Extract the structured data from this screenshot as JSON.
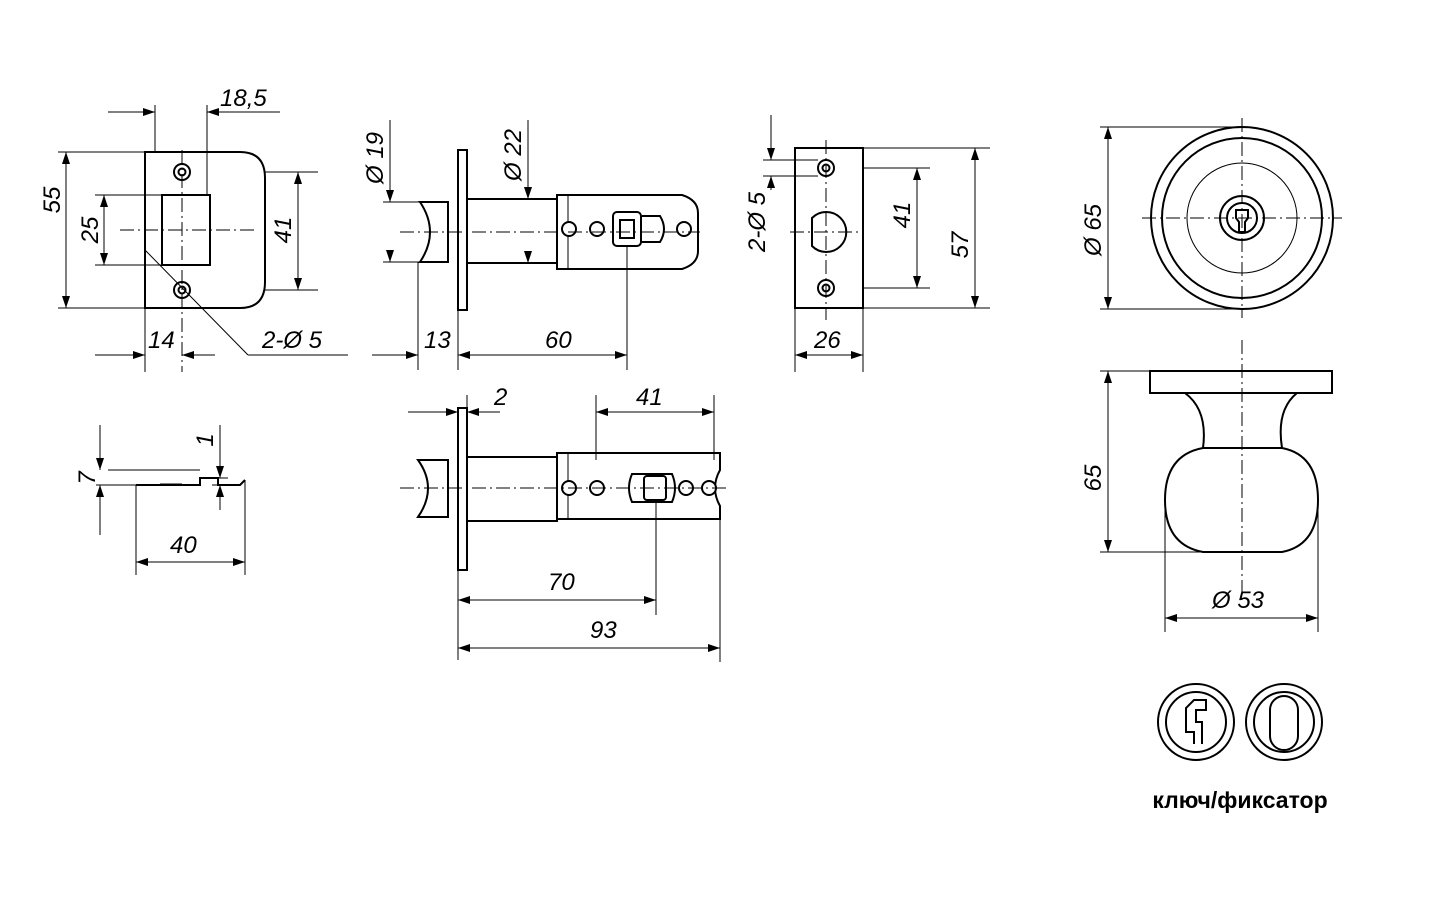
{
  "strike_plate": {
    "dim_width": "18,5",
    "dim_height": "55",
    "dim_recess": "25",
    "dim_hole_spacing": "41",
    "dim_offset": "14",
    "dim_holes": "2-Ø 5"
  },
  "latch_top": {
    "dim_bolt_dia": "Ø 19",
    "dim_body_dia": "Ø 22",
    "dim_face": "13",
    "dim_backset": "60"
  },
  "face_plate": {
    "dim_holes": "2-Ø 5",
    "dim_hole_spacing": "41",
    "dim_height": "57",
    "dim_width": "26"
  },
  "strike_side": {
    "dim_depth": "7",
    "dim_thickness": "1",
    "dim_length": "40"
  },
  "latch_bottom": {
    "dim_plate": "2",
    "dim_slot": "41",
    "dim_backset": "70",
    "dim_total": "93"
  },
  "knob": {
    "dim_rose_dia": "Ø 65",
    "dim_height": "65",
    "dim_knob_dia": "Ø 53"
  },
  "function": {
    "caption": "ключ/фиксатор",
    "icons": [
      "key-cylinder-icon",
      "thumbturn-icon"
    ]
  }
}
